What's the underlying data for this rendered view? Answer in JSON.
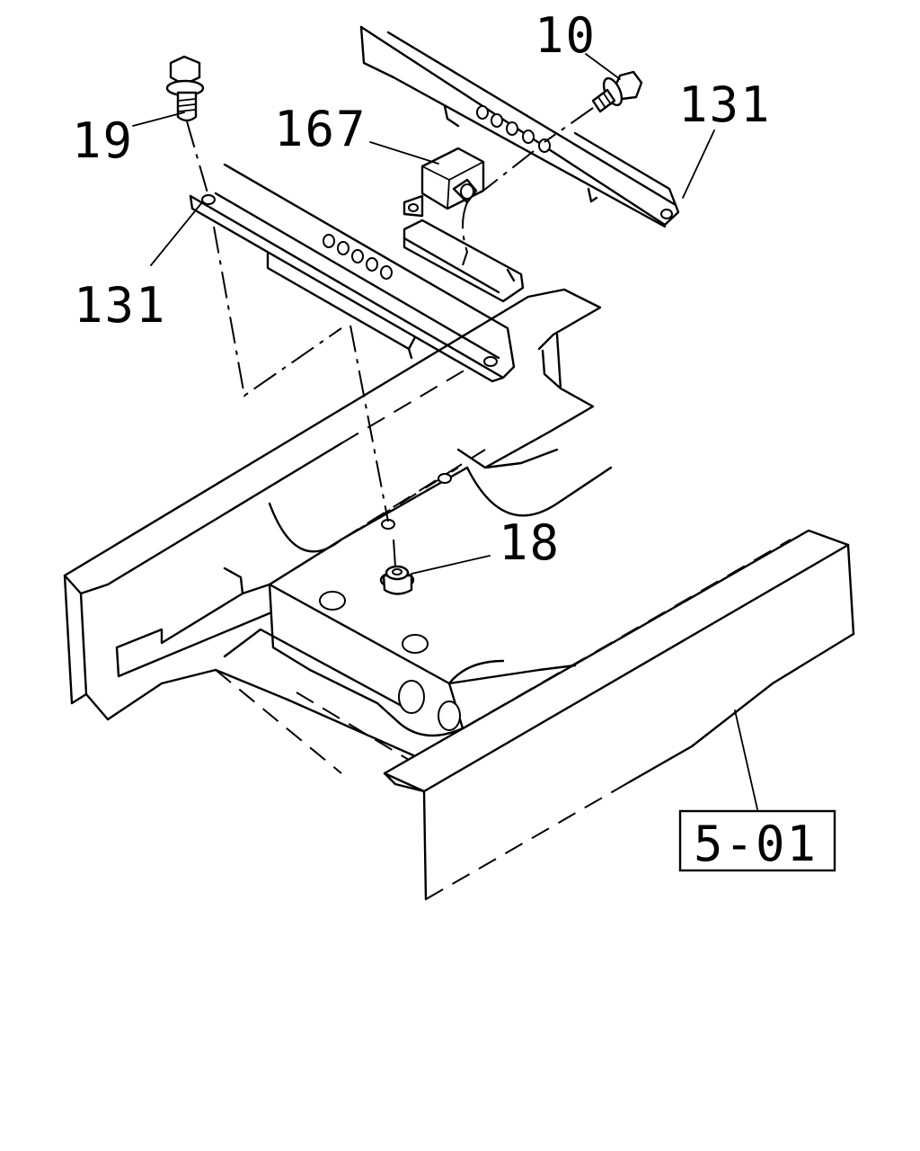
{
  "callouts": {
    "part_10": "10",
    "part_19": "19",
    "part_167": "167",
    "part_131_right": "131",
    "part_131_left": "131",
    "part_18": "18",
    "ref_5_01": "5-01"
  },
  "icons": {
    "bolt_19": "hex-flange-bolt-icon",
    "bolt_10": "hex-flange-bolt-icon",
    "nut_18": "flange-nut-icon",
    "bracket_167": "mounting-bracket-icon"
  },
  "colors": {
    "line": "#000000",
    "background": "#ffffff"
  }
}
